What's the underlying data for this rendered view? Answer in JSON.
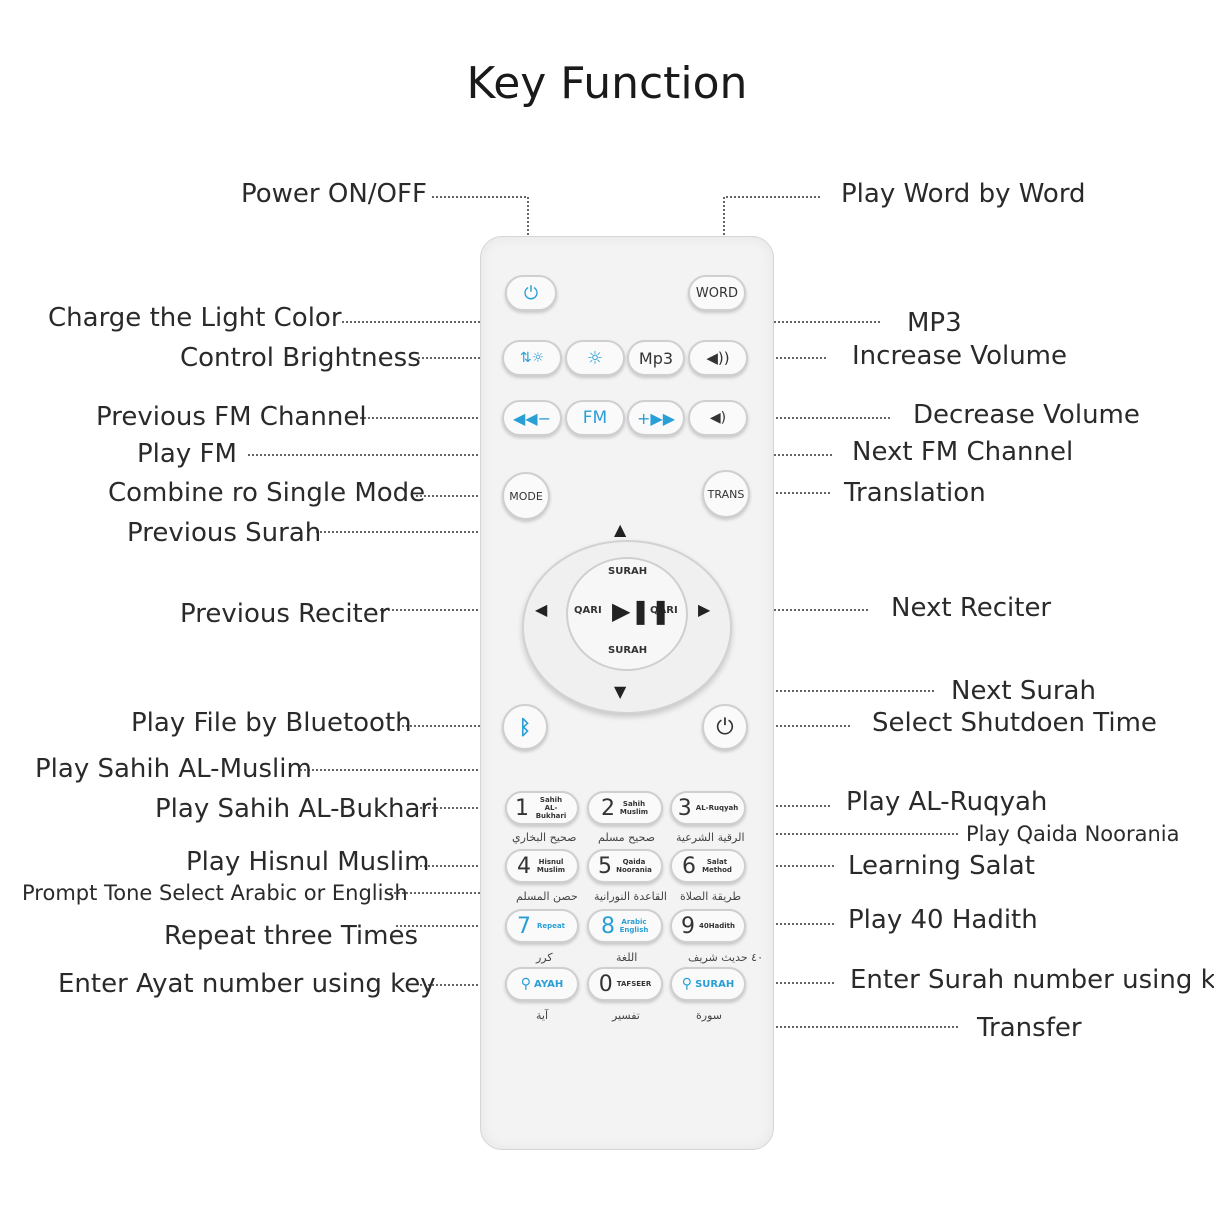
{
  "title": "Key Function",
  "labels_left": {
    "power": "Power ON/OFF",
    "light_color": "Charge the Light Color",
    "brightness": "Control Brightness",
    "prev_fm": "Previous FM Channel",
    "play_fm": "Play FM",
    "mode": "Combine ro Single Mode",
    "prev_surah": "Previous Surah",
    "prev_reciter": "Previous Reciter",
    "bluetooth": "Play File by Bluetooth",
    "muslim": "Play Sahih AL-Muslim",
    "bukhari": "Play Sahih AL-Bukhari",
    "hisnul": "Play Hisnul Muslim",
    "prompt": "Prompt Tone Select Arabic or English",
    "repeat": "Repeat three Times",
    "ayat": "Enter Ayat number using key"
  },
  "labels_right": {
    "word": "Play Word by Word",
    "mp3": "MP3",
    "vol_up": "Increase Volume",
    "vol_down": "Decrease Volume",
    "next_fm": "Next FM Channel",
    "trans": "Translation",
    "next_reciter": "Next Reciter",
    "next_surah": "Next Surah",
    "shutdown": "Select Shutdoen Time",
    "ruqyah": "Play AL-Ruqyah",
    "qaida": "Play Qaida Noorania",
    "salat": "Learning Salat",
    "hadith": "Play 40 Hadith",
    "surah_key": "Enter Surah number using key",
    "transfer": "Transfer"
  },
  "buttons": {
    "word": "WORD",
    "mp3": "Mp3",
    "fm": "FM",
    "mode": "MODE",
    "trans": "TRANS",
    "surah_top": "SURAH",
    "surah_bottom": "SURAH",
    "qari_left": "QARI",
    "qari_right": "QARI",
    "k1": "1",
    "k1_sub": "Sahih AL-Bukhari",
    "k2": "2",
    "k2_sub": "Sahih Muslim",
    "k3": "3",
    "k3_sub": "AL-Ruqyah",
    "k4": "4",
    "k4_sub": "Hisnul Muslim",
    "k5": "5",
    "k5_sub": "Qaida Noorania",
    "k6": "6",
    "k6_sub": "Salat Method",
    "k7": "7",
    "k7_sub": "Repeat",
    "k8": "8",
    "k8_sub": "Arabic English",
    "k9": "9",
    "k9_sub": "40Hadith",
    "k0": "0",
    "k0_sub": "TAFSEER",
    "ayah": "AYAH",
    "surah": "SURAH"
  },
  "arabic": {
    "a1": "صحيح البخاري",
    "a2": "صحيح مسلم",
    "a3": "الرقية الشرعية",
    "a4": "حصن المسلم",
    "a5": "القاعدة النورانية",
    "a6": "طريقة الصلاة",
    "a7": "كرر",
    "a8": "اللغة",
    "a9": "٤٠ حديث شريف",
    "a10": "آية",
    "a11": "تفسير",
    "a12": "سورة"
  },
  "colors": {
    "accent": "#2a9fd6",
    "text": "#2a2a2a"
  }
}
